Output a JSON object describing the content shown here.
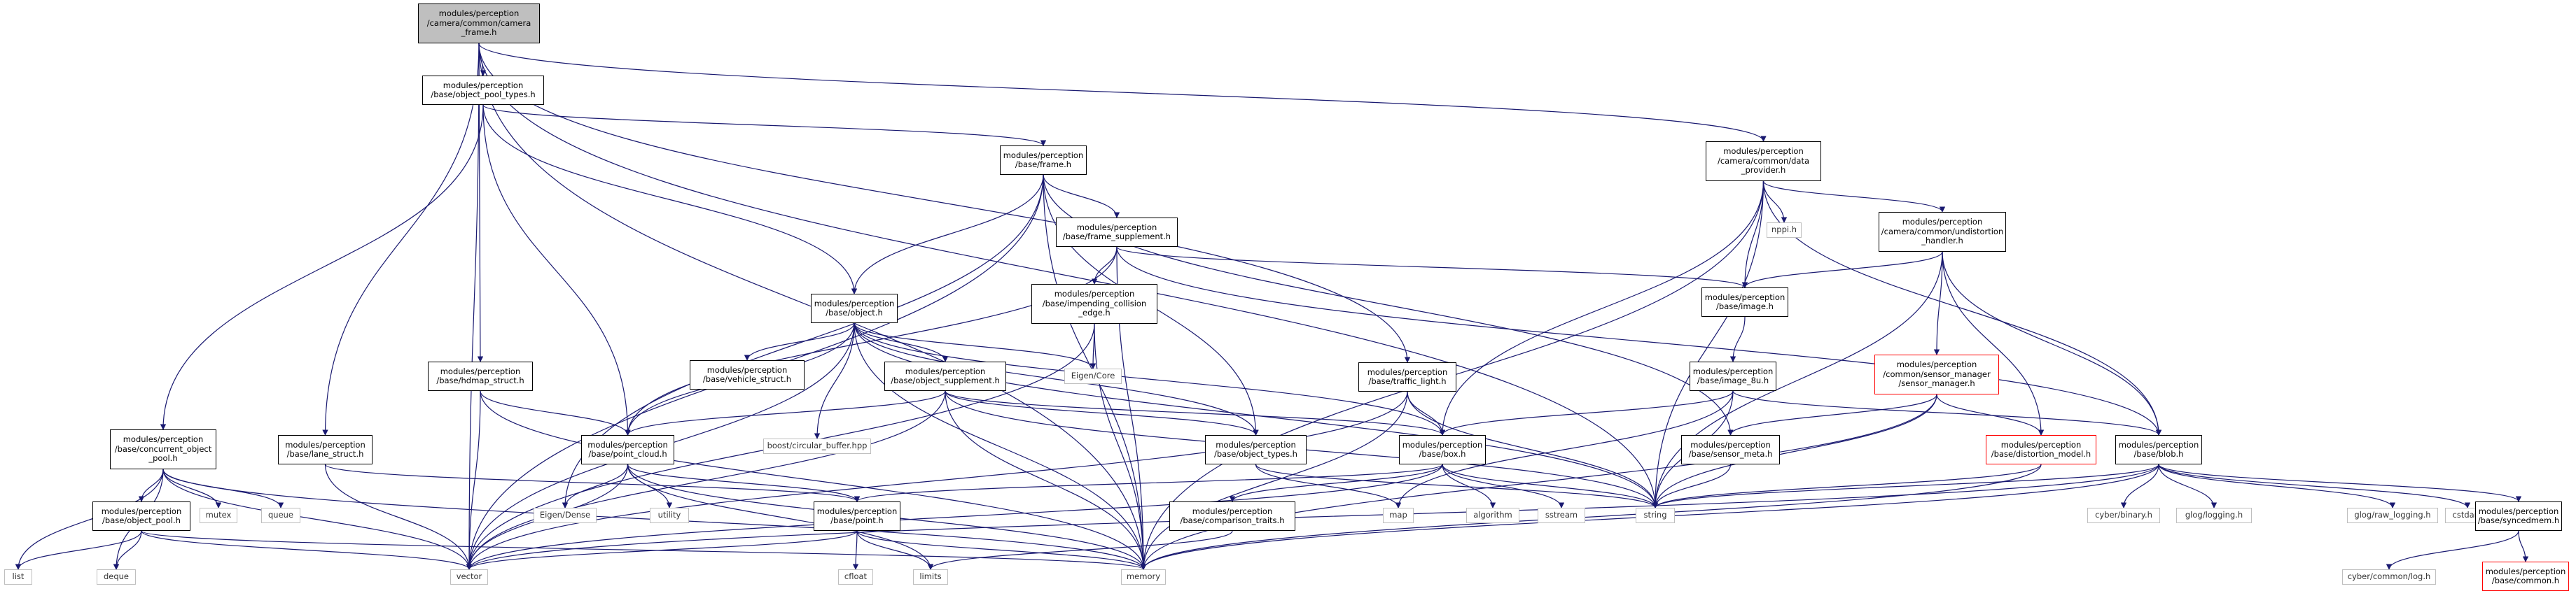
{
  "graph": {
    "root": "modules/perception\n/camera/common/camera\n_frame.h",
    "object_pool_types": "modules/perception\n/base/object_pool_types.h",
    "data_provider": "modules/perception\n/camera/common/data\n_provider.h",
    "frame": "modules/perception\n/base/frame.h",
    "frame_supplement": "modules/perception\n/base/frame_supplement.h",
    "nppi": "nppi.h",
    "undistortion_handler": "modules/perception\n/camera/common/undistortion\n_handler.h",
    "impending_collision_edge": "modules/perception\n/base/impending_collision\n_edge.h",
    "object": "modules/perception\n/base/object.h",
    "image": "modules/perception\n/base/image.h",
    "eigen_core": "Eigen/Core",
    "vehicle_struct": "modules/perception\n/base/vehicle_struct.h",
    "hdmap_struct": "modules/perception\n/base/hdmap_struct.h",
    "object_supplement": "modules/perception\n/base/object_supplement.h",
    "traffic_light": "modules/perception\n/base/traffic_light.h",
    "image_8u": "modules/perception\n/base/image_8u.h",
    "sensor_manager": "modules/perception\n/common/sensor_manager\n/sensor_manager.h",
    "concurrent_object_pool": "modules/perception\n/base/concurrent_object\n_pool.h",
    "lane_struct": "modules/perception\n/base/lane_struct.h",
    "point_cloud": "modules/perception\n/base/point_cloud.h",
    "circular_buffer": "boost/circular_buffer.hpp",
    "object_types": "modules/perception\n/base/object_types.h",
    "box": "modules/perception\n/base/box.h",
    "sensor_meta": "modules/perception\n/base/sensor_meta.h",
    "distortion_model": "modules/perception\n/base/distortion_model.h",
    "blob": "modules/perception\n/base/blob.h",
    "mutex": "mutex",
    "queue": "queue",
    "utility": "utility",
    "eigen_dense": "Eigen/Dense",
    "point": "modules/perception\n/base/point.h",
    "comparison_traits": "modules/perception\n/base/comparison_traits.h",
    "map": "map",
    "algorithm": "algorithm",
    "sstream": "sstream",
    "string": "string",
    "cyber_binary": "cyber/binary.h",
    "glog_logging": "glog/logging.h",
    "glog_raw_logging": "glog/raw_logging.h",
    "cstdarg": "cstdarg",
    "syncedmem": "modules/perception\n/base/syncedmem.h",
    "object_pool": "modules/perception\n/base/object_pool.h",
    "list": "list",
    "deque": "deque",
    "vector": "vector",
    "cfloat": "cfloat",
    "limits": "limits",
    "memory": "memory",
    "cyber_log": "cyber/common/log.h",
    "base_common": "modules/perception\n/base/common.h"
  },
  "colors": {
    "edge": "#191970",
    "red_border": "#ff0000",
    "root_fill": "#bfbfbf"
  }
}
